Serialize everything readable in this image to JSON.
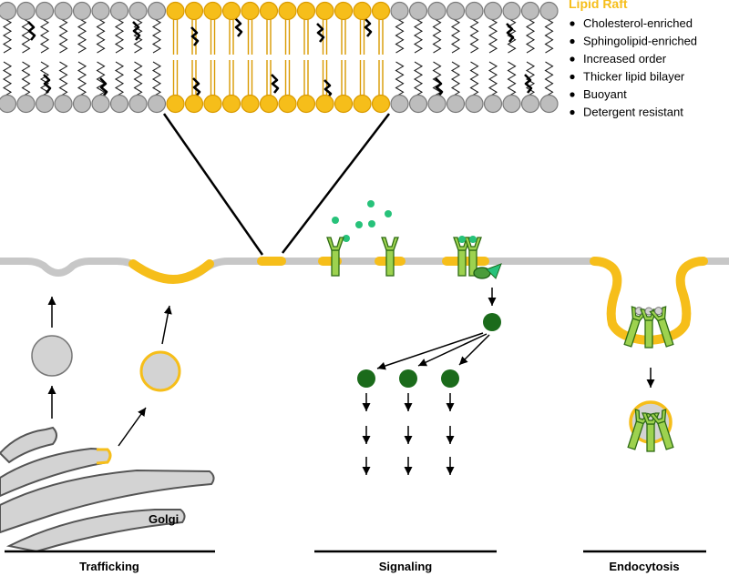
{
  "colors": {
    "raft": "#f6be1a",
    "raft_dark": "#d99a00",
    "membrane": "#c7c7c7",
    "lipid_head": "#bdbdbd",
    "lipid_edge": "#7a7a7a",
    "receptor": "#9dd24f",
    "receptor_edge": "#2e6b14",
    "ligand": "#27c27a",
    "signal_node": "#1b6b1b",
    "vesicle": "#d3d3d3"
  },
  "raft_panel": {
    "title": "Lipid Raft",
    "properties": [
      "Cholesterol-enriched",
      "Sphingolipid-enriched",
      "Increased order",
      "Thicker lipid bilayer",
      "Buoyant",
      "Detergent resistant"
    ]
  },
  "labels": {
    "golgi": "Golgi"
  },
  "sections": [
    {
      "label": "Trafficking"
    },
    {
      "label": "Signaling"
    },
    {
      "label": "Endocytosis"
    }
  ],
  "icons": {
    "bullet": "bullet-dot-icon",
    "arrow": "arrow-down-icon"
  }
}
